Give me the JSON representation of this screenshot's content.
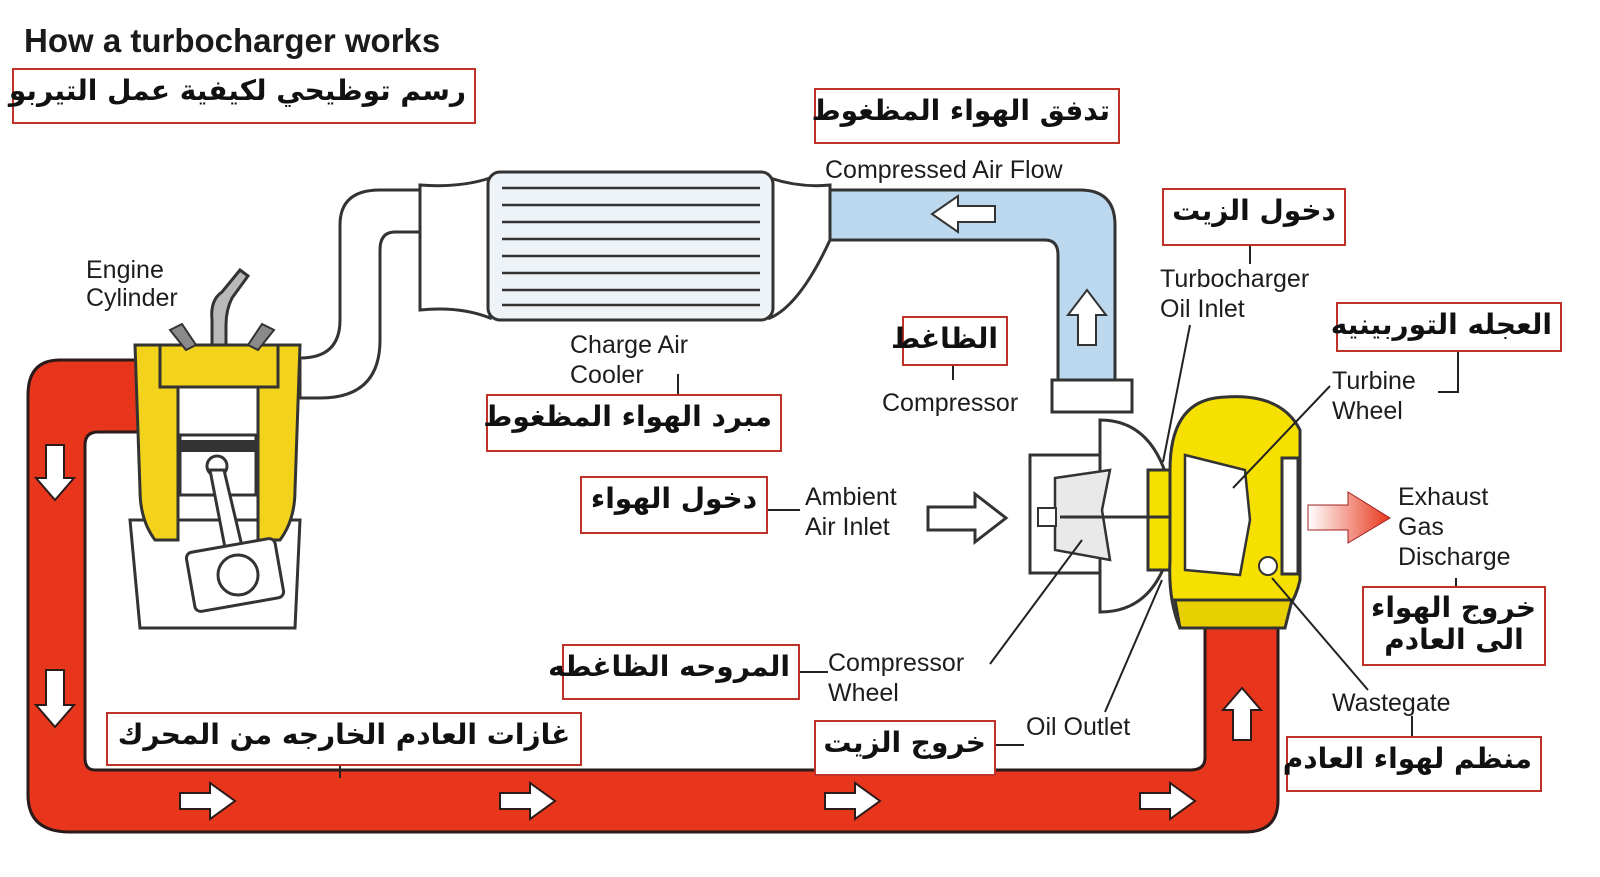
{
  "title": "How a turbocharger works",
  "english_labels": {
    "engine_cylinder": "Engine\nCylinder",
    "compressed_air_flow": "Compressed Air Flow",
    "turbo_oil_inlet": "Turbocharger\nOil Inlet",
    "charge_air_cooler": "Charge Air\nCooler",
    "compressor": "Compressor",
    "turbine_wheel": "Turbine\nWheel",
    "ambient_air_inlet": "Ambient\nAir Inlet",
    "exhaust_gas_discharge": "Exhaust\nGas\nDischarge",
    "compressor_wheel": "Compressor\nWheel",
    "oil_outlet": "Oil Outlet",
    "wastegate": "Wastegate"
  },
  "arabic_labels": {
    "title": "رسم توظيحي لكيفية عمل التيربو",
    "compressed_air_flow": "تدفق الهواء المظغوط",
    "oil_inlet": "دخول الزيت",
    "turbine_wheel": "العجله التوربينيه",
    "compressor": "الظاغط",
    "charge_air_cooler": "مبرد الهواء المظغوط",
    "air_inlet": "دخول الهواء",
    "exhaust_discharge": "خروج الهواء\nالى العادم",
    "compressor_wheel": "المروحه الظاغطه",
    "exhaust_gases": "غازات العادم الخارجه من المحرك",
    "oil_outlet": "خروج الزيت",
    "wastegate": "منظم لهواء العادم"
  },
  "colors": {
    "exhaust_pipe": "#e8361c",
    "compressed_air_pipe": "#bcd8ee",
    "engine_yellow": "#f2d21a",
    "turbine_yellow": "#f5e000",
    "label_border": "#c0312a"
  }
}
